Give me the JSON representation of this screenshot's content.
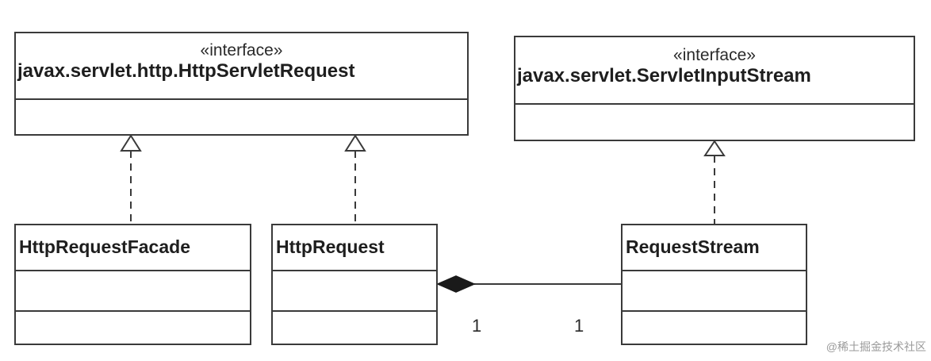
{
  "interfaces": [
    {
      "stereotype": "«interface»",
      "name": "javax.servlet.http.HttpServletRequest"
    },
    {
      "stereotype": "«interface»",
      "name": "javax.servlet.ServletInputStream"
    }
  ],
  "classes": [
    {
      "name": "HttpRequestFacade"
    },
    {
      "name": "HttpRequest"
    },
    {
      "name": "RequestStream"
    }
  ],
  "association": {
    "left_multiplicity": "1",
    "right_multiplicity": "1"
  },
  "watermark": "@稀土掘金技术社区",
  "colors": {
    "line": "#3a3a3a",
    "text": "#1e1e1e",
    "watermark": "#9a9a9a"
  }
}
